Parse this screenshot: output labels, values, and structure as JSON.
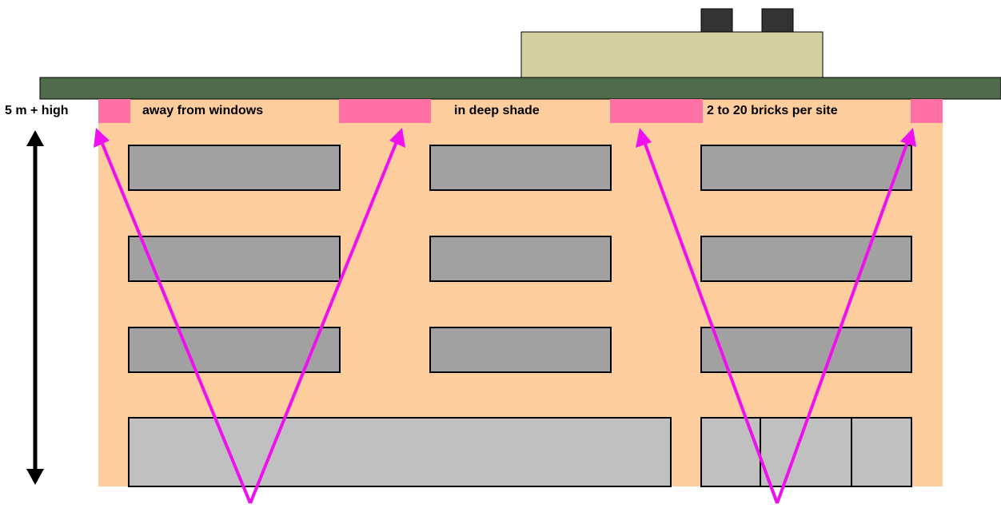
{
  "labels": {
    "height": "5 m + high",
    "away_windows": "away from windows",
    "deep_shade": "in deep shade",
    "bricks_per_site": "2 to 20 bricks per site"
  },
  "colors": {
    "facade": "#fecd9d",
    "roof": "#4f6b4c",
    "plant_room": "#d4d0a2",
    "vent": "#333333",
    "brick_site": "#ff70a4",
    "window": "#a1a1a1",
    "ground_window": "#c0c0c0",
    "arrow": "#ee11ee",
    "dimension_arrow": "#000000"
  }
}
